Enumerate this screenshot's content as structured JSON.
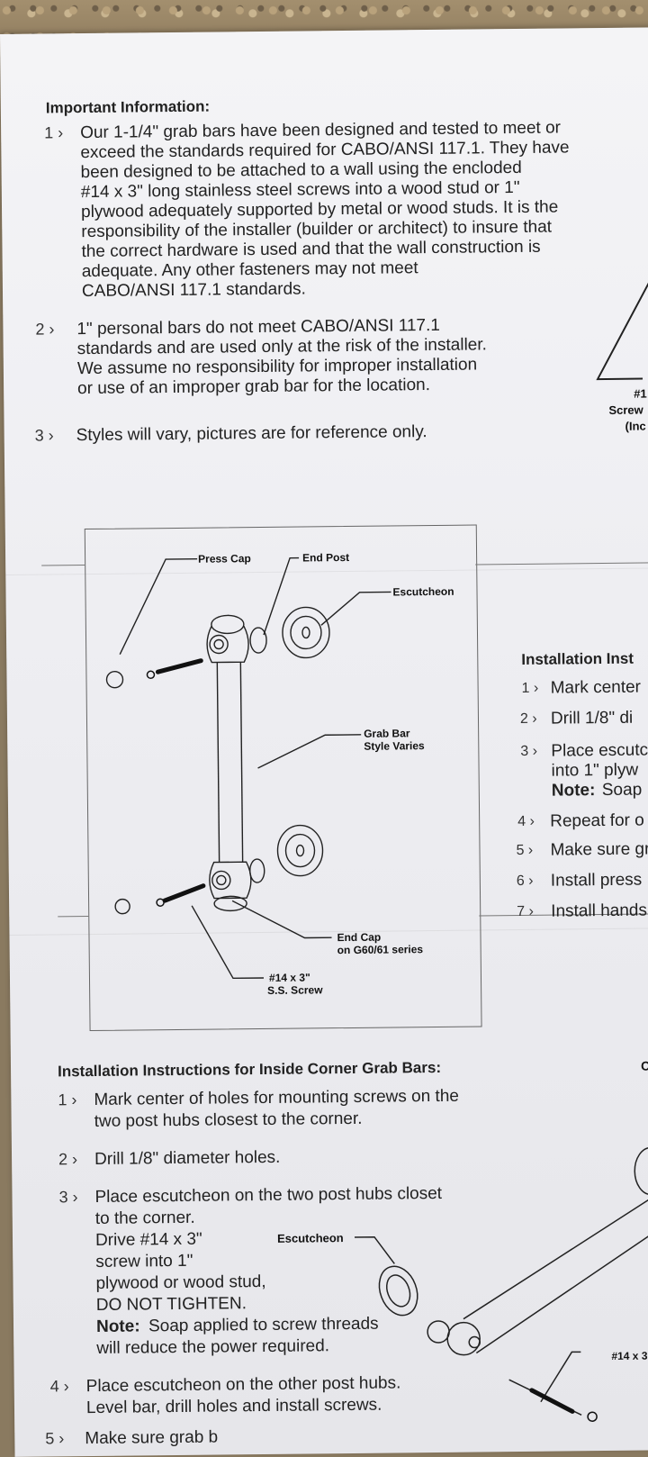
{
  "important": {
    "heading": "Important Information:",
    "items": [
      {
        "num": "1 ›",
        "lines": [
          "Our 1-1/4\" grab bars have been designed and tested to meet or",
          "exceed  the standards required for CABO/ANSI 117.1. They have",
          "been designed to be attached to a wall using the encloded",
          "#14 x 3\" long stainless steel screws into a wood stud or 1\"",
          "plywood adequately supported by metal or wood studs. It is the",
          "responsibility of the installer (builder or architect) to insure that",
          "the correct hardware  is used and that the wall construction is",
          "adequate. Any other fasteners may not meet",
          "CABO/ANSI 117.1 standards."
        ]
      },
      {
        "num": "2 ›",
        "lines": [
          "1\" personal bars do not meet CABO/ANSI 117.1",
          "standards and are used only at the risk of the installer.",
          "We assume no responsibility for improper installation",
          "or use of an improper grab bar for the location."
        ]
      },
      {
        "num": "3 ›",
        "lines": [
          "Styles will vary, pictures are for reference only."
        ]
      }
    ]
  },
  "figure": {
    "labels": {
      "press_cap": "Press Cap",
      "end_post": "End Post",
      "escutcheon": "Escutcheon",
      "grab_bar_1": "Grab Bar",
      "grab_bar_2": "Style Varies",
      "end_cap_1": "End Cap",
      "end_cap_2": "on G60/61 series",
      "screw_1": "#14 x 3\"",
      "screw_2": "S.S. Screw"
    }
  },
  "right_partial": {
    "screw_1": "#1",
    "screw_2": "Screw",
    "screw_3": "(Inc",
    "heading": "Installation Inst",
    "items": [
      {
        "num": "1 ›",
        "text": "Mark center"
      },
      {
        "num": "2 ›",
        "text": "Drill 1/8\" di"
      },
      {
        "num": "3 ›",
        "text": "Place escutc"
      },
      {
        "num": "",
        "text": "into 1\" plyw"
      },
      {
        "num": "",
        "note": "Note:",
        "text": "Soap"
      },
      {
        "num": "4 ›",
        "text": "Repeat for o"
      },
      {
        "num": "5 ›",
        "text": "Make sure gr"
      },
      {
        "num": "6 ›",
        "text": "Install press"
      },
      {
        "num": "7 ›",
        "text": "Install hands"
      }
    ],
    "corner_label": "Co"
  },
  "inside_corner": {
    "heading": "Installation Instructions for Inside Corner Grab Bars:",
    "item1": {
      "num": "1 ›",
      "lines": [
        "Mark center of holes for mounting screws on the",
        "two post hubs closest to the corner."
      ]
    },
    "item2": {
      "num": "2 ›",
      "lines": [
        "Drill 1/8\" diameter holes."
      ]
    },
    "item3": {
      "num": "3 ›",
      "lines": [
        "Place escutcheon on the two post hubs closet",
        "to the corner.",
        "Drive #14 x 3\"",
        "screw into 1\"",
        "plywood or wood stud,",
        "DO NOT TIGHTEN."
      ]
    },
    "note_label": "Note:",
    "note_lines": [
      "Soap applied to screw threads",
      "will reduce the power required."
    ],
    "item4": {
      "num": "4 ›",
      "lines": [
        "Place escutcheon on the other post hubs.",
        "Level bar, drill holes and install screws."
      ]
    },
    "item5": {
      "num": "5 ›",
      "text": "Make sure grab b"
    },
    "escutcheon_label": "Escutcheon",
    "screw_label": "#14 x 3"
  }
}
